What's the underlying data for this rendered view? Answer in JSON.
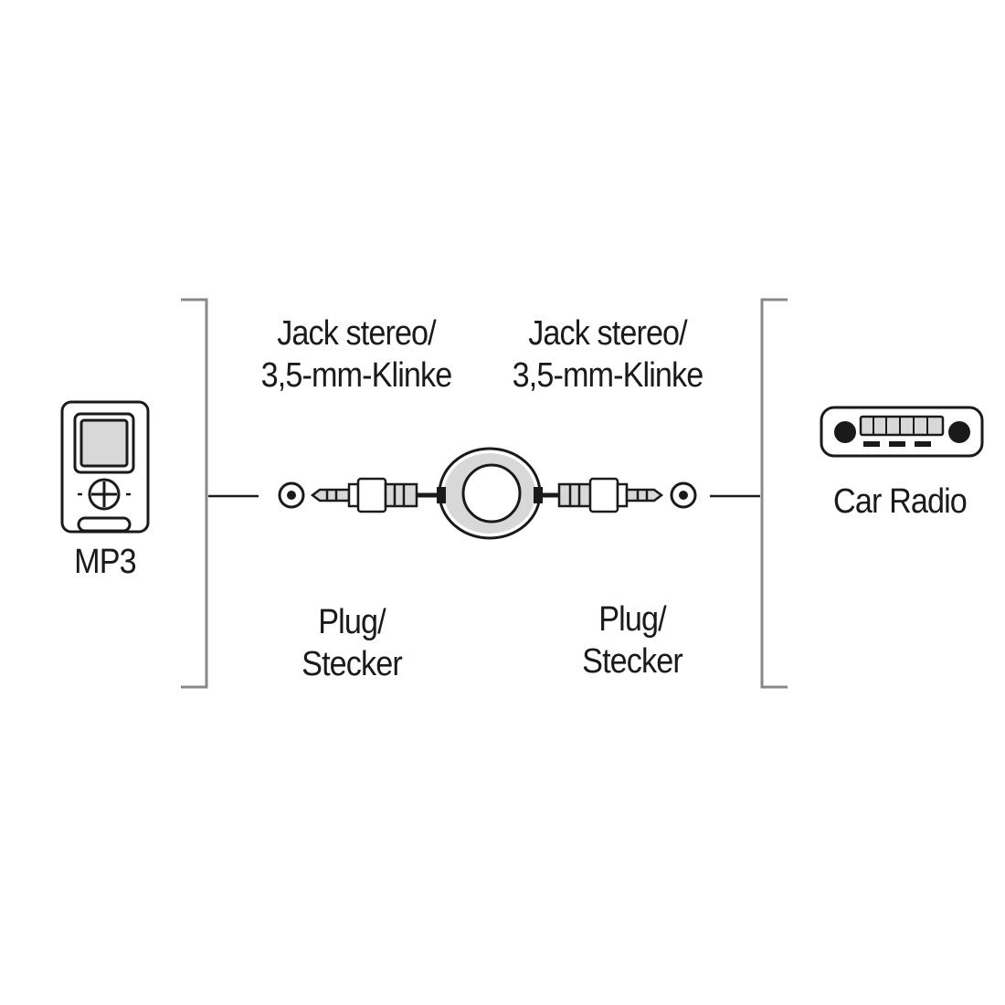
{
  "colors": {
    "line": "#1a1a1a",
    "bracket": "#888888",
    "device_stroke": "#1a1a1a",
    "device_fill": "#ffffff",
    "device_shade": "#d8d8d8"
  },
  "icons": {
    "mp3_player": "mp3-player-icon",
    "car_radio": "car-radio-icon",
    "reel": "cable-reel-icon",
    "plug": "jack-plug-icon",
    "socket": "jack-socket-icon"
  },
  "devices": {
    "left": {
      "label": "MP3"
    },
    "right": {
      "label": "Car Radio"
    }
  },
  "connectors": {
    "left": {
      "type_line1": "Jack stereo/",
      "type_line2": "3,5-mm-Klinke",
      "kind_line1": "Plug/",
      "kind_line2": "Stecker"
    },
    "right": {
      "type_line1": "Jack stereo/",
      "type_line2": "3,5-mm-Klinke",
      "kind_line1": "Plug/",
      "kind_line2": "Stecker"
    }
  }
}
